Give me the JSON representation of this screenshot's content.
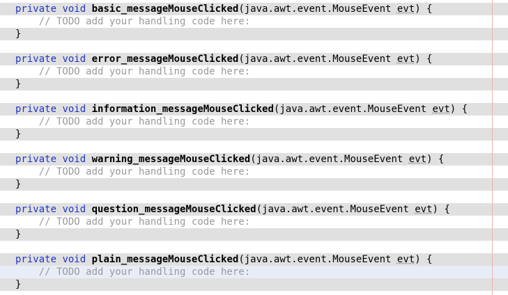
{
  "editor": {
    "keyword_private": "private",
    "keyword_void": "void",
    "params": "(java.awt.event.MouseEvent ",
    "param_name": "evt",
    "open_tail": ") {",
    "comment": "    // TODO add your handling code here:",
    "close_brace": "}",
    "methods": [
      "basic_messageMouseClicked",
      "error_messageMouseClicked",
      "information_messageMouseClicked",
      "warning_messageMouseClicked",
      "question_messageMouseClicked",
      "plain_messageMouseClicked"
    ]
  }
}
